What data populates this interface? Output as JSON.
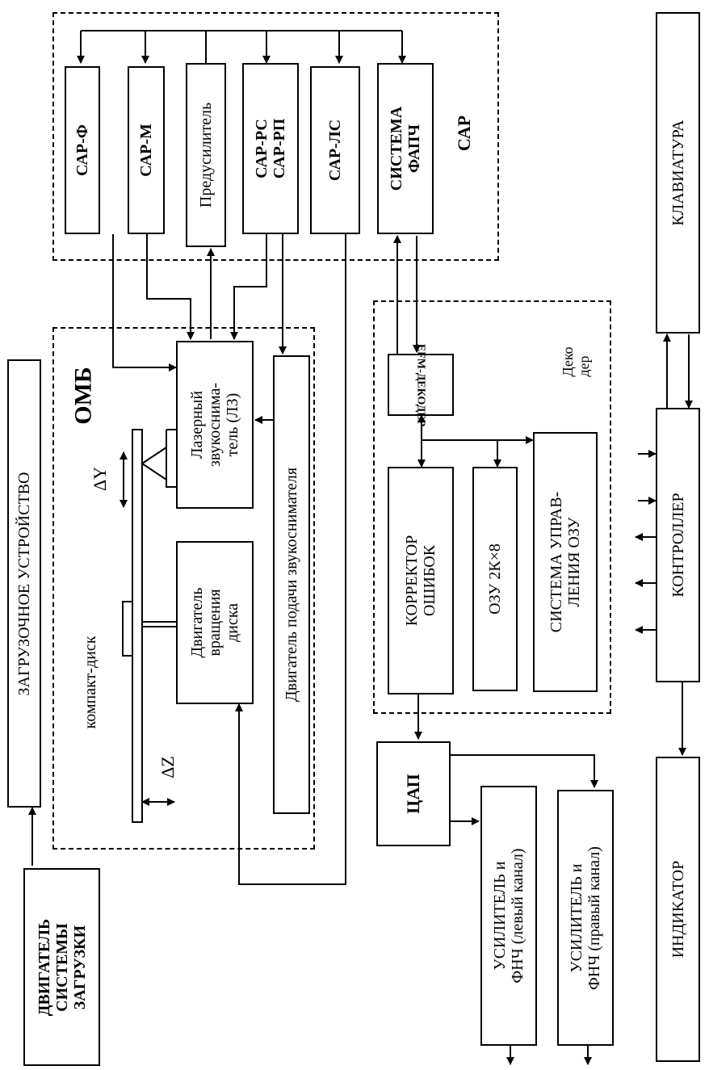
{
  "regions": {
    "sar": "САР",
    "omb": "ОМБ",
    "decoder": [
      "Деко",
      "дер"
    ]
  },
  "blocks": {
    "sar_f": "САР-Ф",
    "sar_m": "САР-М",
    "preamp": "Предусилитель",
    "sar_rs": [
      "САР-РС",
      "САР-РП"
    ],
    "sar_ls": "САР-ЛС",
    "fapch": [
      "СИСТЕМА",
      "ФАПЧ"
    ],
    "laser": [
      "Лазерный",
      "звукоснима-",
      "тель (ЛЗ)"
    ],
    "disk_motor": [
      "Двигатель",
      "вращения",
      "диска"
    ],
    "feed_motor": "Двигатель подачи звукоснимателя",
    "compact_disk": "компакт-диск",
    "delta_y": "ΔY",
    "delta_z": "ΔZ",
    "loader": "ЗАГРУЗОЧНОЕ УСТРОЙСТВО",
    "load_motor": [
      "ДВИГАТЕЛЬ",
      "СИСТЕМЫ",
      "ЗАГРУЗКИ"
    ],
    "efm": "EFM-ДЕКОДЕР",
    "error_corrector": [
      "КОРРЕКТОР",
      "ОШИБОК"
    ],
    "ram": "ОЗУ  2К×8",
    "ram_control": [
      "СИСТЕМА УПРАВ-",
      "ЛЕНИЯ ОЗУ"
    ],
    "dac": "ЦАП",
    "amp_left": [
      "УСИЛИТЕЛЬ и",
      "ФНЧ (левый канал)"
    ],
    "amp_right": [
      "УСИЛИТЕЛЬ и",
      "ФНЧ (правый канал)"
    ],
    "keyboard": "КЛАВИАТУРА",
    "controller": "КОНТРОЛЛЕР",
    "indicator": "ИНДИКАТОР"
  }
}
